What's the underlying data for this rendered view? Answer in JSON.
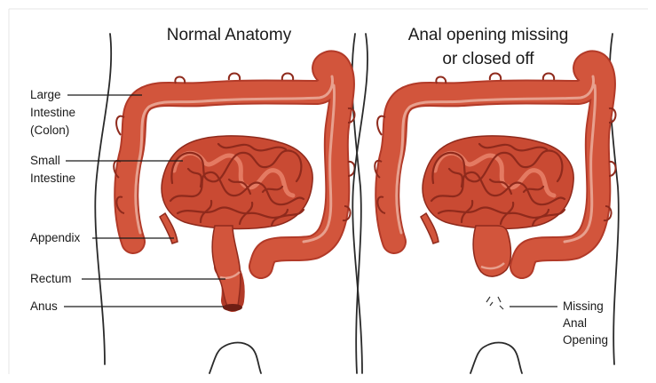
{
  "panels": {
    "left": {
      "title": "Normal Anatomy"
    },
    "right": {
      "title_line1": "Anal opening missing",
      "title_line2": "or closed off"
    }
  },
  "labels": {
    "large_intestine": [
      "Large",
      "Intestine",
      "(Colon)"
    ],
    "small_intestine": [
      "Small",
      "Intestine"
    ],
    "appendix": "Appendix",
    "rectum": "Rectum",
    "anus": "Anus",
    "missing_anal_opening": [
      "Missing",
      "Anal",
      "Opening"
    ]
  },
  "colors": {
    "colon_dark": "#b23a28",
    "colon_main": "#d2553c",
    "colon_band": "#e7a08e",
    "small_intestine": "#c94a33"
  }
}
